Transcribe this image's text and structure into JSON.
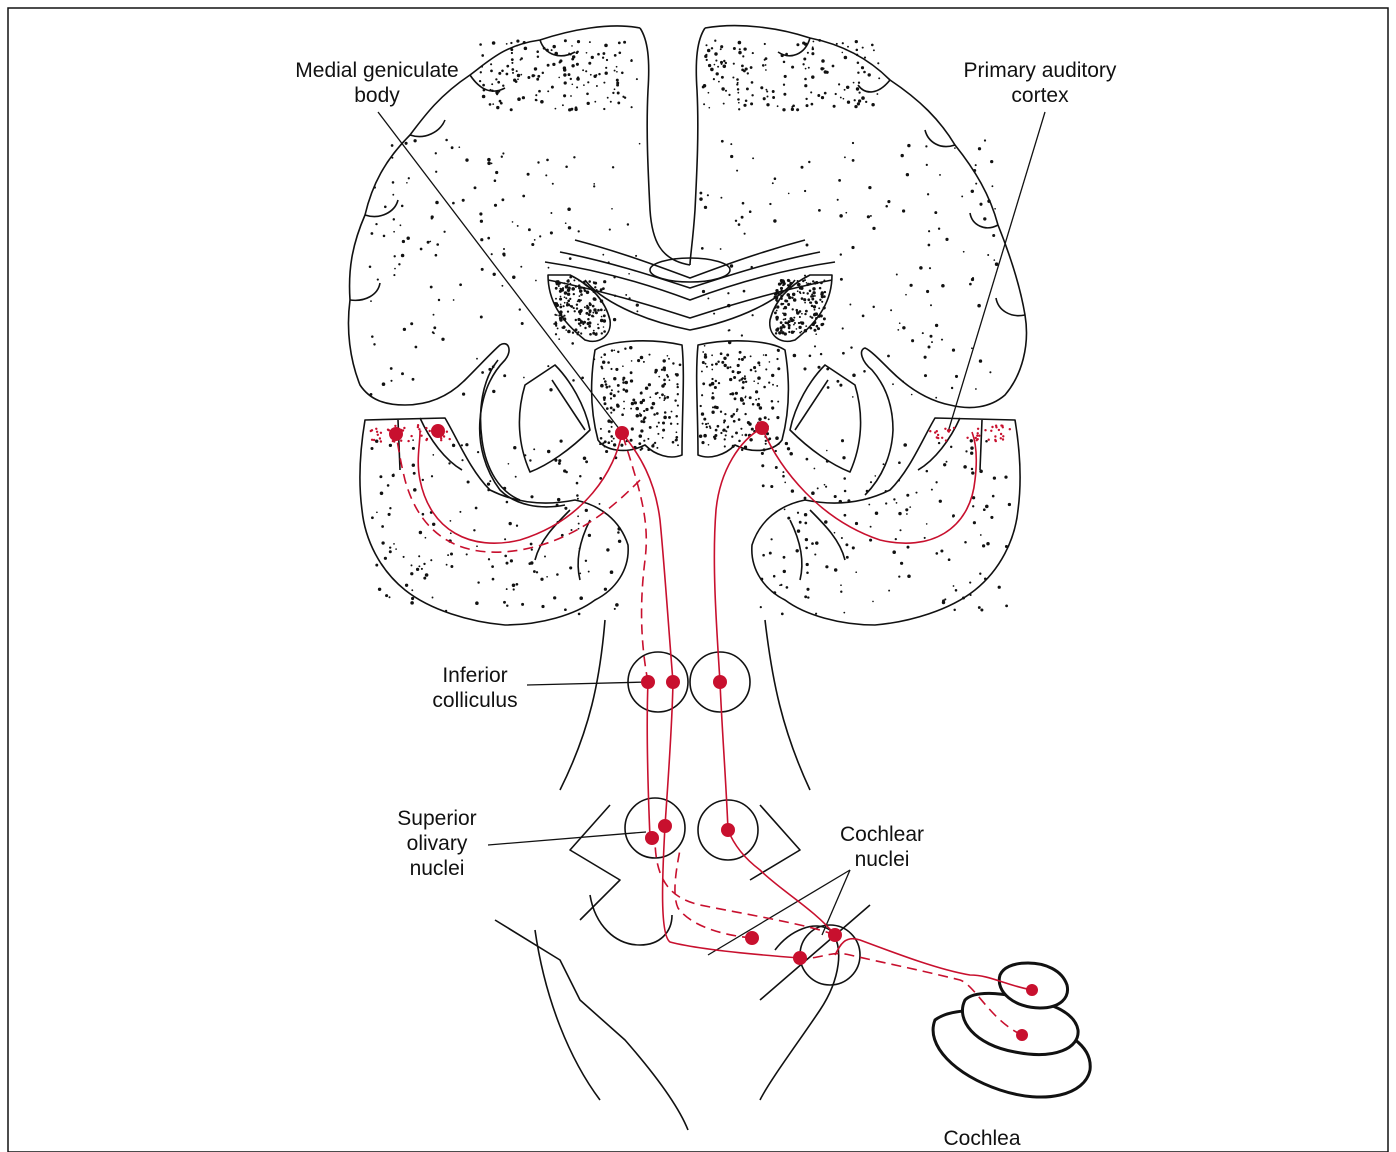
{
  "labels": {
    "medial_geniculate": [
      "Medial geniculate",
      "body"
    ],
    "primary_auditory_cortex": [
      "Primary auditory",
      "cortex"
    ],
    "inferior_colliculus": [
      "Inferior",
      "colliculus"
    ],
    "superior_olivary": [
      "Superior",
      "olivary",
      "nuclei"
    ],
    "cochlear_nuclei": [
      "Cochlear",
      "nuclei"
    ],
    "cochlea": [
      "Cochlea"
    ]
  },
  "colors": {
    "pathway": "#c8102e",
    "outline": "#111111",
    "background": "#ffffff"
  }
}
